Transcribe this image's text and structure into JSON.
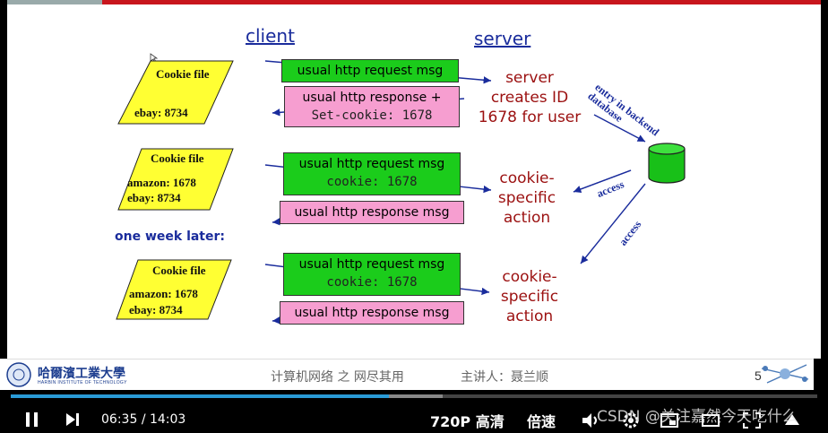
{
  "slide": {
    "client_label": "client",
    "server_label": "server",
    "cookies": [
      {
        "title": "Cookie file",
        "lines": [
          "ebay: 8734"
        ]
      },
      {
        "title": "Cookie file",
        "lines": [
          "amazon: 1678",
          "ebay: 8734"
        ]
      },
      {
        "title": "Cookie file",
        "lines": [
          "amazon: 1678",
          "ebay: 8734"
        ]
      }
    ],
    "messages": {
      "req1": "usual http request msg",
      "resp1_line1": "usual http response +",
      "resp1_line2": "Set-cookie: 1678",
      "req2_line1": "usual http request msg",
      "req2_line2": "cookie: 1678",
      "resp2": "usual http response msg",
      "req3_line1": "usual http request msg",
      "req3_line2": "cookie: 1678",
      "resp3": "usual http response msg"
    },
    "server_notes": {
      "creates_line1": "server",
      "creates_line2": "creates ID",
      "creates_line3": "1678 for user",
      "cs1_line1": "cookie-",
      "cs1_line2": "specific",
      "cs1_line3": "action",
      "cs2_line1": "cookie-",
      "cs2_line2": "specific",
      "cs2_line3": "action"
    },
    "db_note_line1": "entry in backend",
    "db_note_line2": "database",
    "access1": "access",
    "access2": "access",
    "week_later": "one week later:",
    "footer": {
      "school_cn": "哈爾濱工業大學",
      "school_en": "HARBIN INSTITUTE OF TECHNOLOGY",
      "course": "计算机网络 之 网尽其用",
      "lecturer": "主讲人：聂兰顺",
      "page": "5"
    }
  },
  "player": {
    "current_time": "06:35",
    "separator": "/",
    "duration": "14:03",
    "quality": "720P 高清",
    "speed": "倍速",
    "progress": 0.469,
    "watermark": "CSDN @关注嘉然今天吃什么"
  },
  "colors": {
    "request_green": "#1bcc1b",
    "response_pink": "#f69ed0",
    "cookie_yellow": "#ffff33",
    "db_green": "#18c018",
    "progress_blue": "#2a9bd7"
  }
}
